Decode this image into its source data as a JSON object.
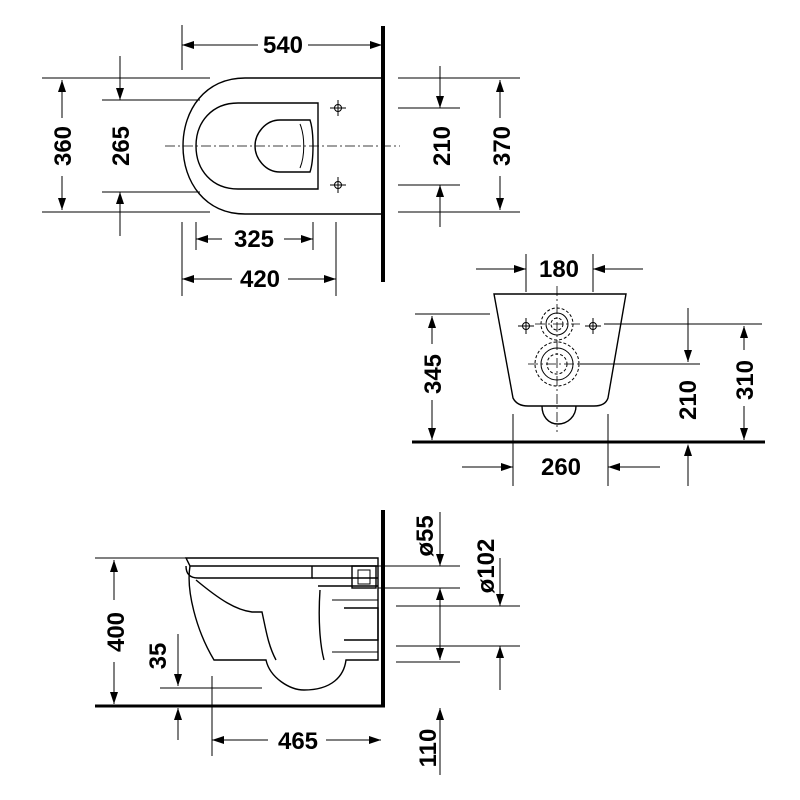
{
  "top_view": {
    "width_total": "540",
    "depth_total": "360",
    "depth_inner": "265",
    "fixing_spacing": "210",
    "fixing_outer": "370",
    "seat_depth": "325",
    "bowl_depth": "420"
  },
  "front_view": {
    "width_top": "180",
    "height_345": "345",
    "height_210": "210",
    "height_310": "310",
    "bottom_width": "260"
  },
  "side_view": {
    "height_400": "400",
    "height_35": "35",
    "length_465": "465",
    "outlet_110": "110",
    "diameter_55": "ø55",
    "diameter_102": "ø102"
  }
}
